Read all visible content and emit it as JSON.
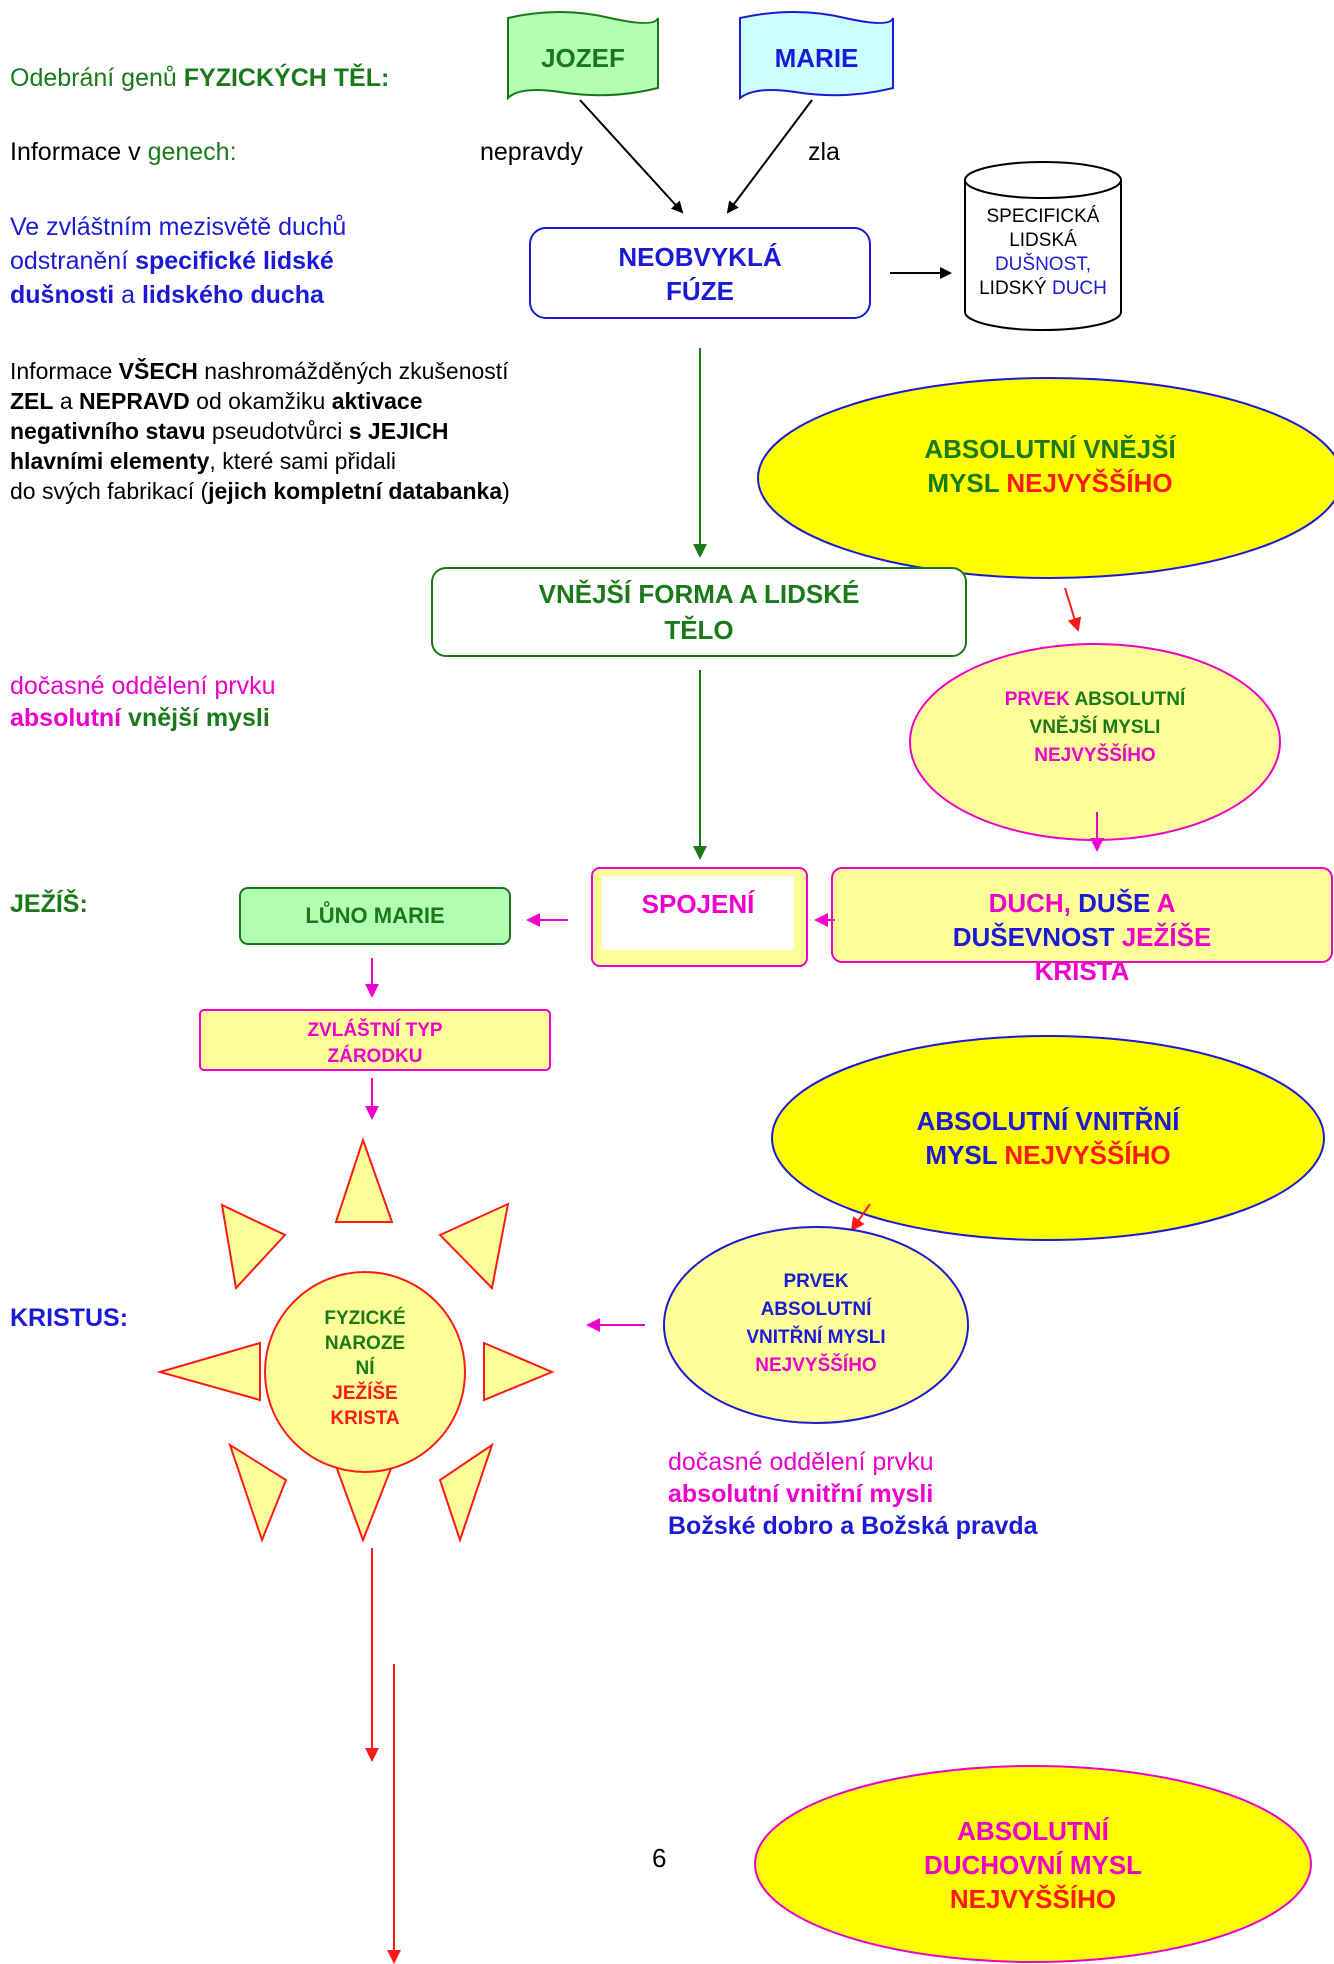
{
  "left_texts": {
    "fyz_prefix": "Odebrání genů ",
    "fyz_bold": "FYZICKÝCH TĚL:",
    "info_prefix": "Informace v ",
    "info_genech": "genech:",
    "nepravdy": "nepravdy",
    "zla": "zla",
    "mezisvet_1": "Ve zvláštním mezisvětě duchů",
    "mezisvet_2a": "odstranění ",
    "mezisvet_2b": "specifické lidské",
    "mezisvet_3a": "dušnosti",
    "mezisvet_3b": " a ",
    "mezisvet_3c": "lidského ducha",
    "db_1a": "Informace ",
    "db_1b": "VŠECH",
    "db_1c": " nashromážděných zkušeností",
    "db_2a": "ZEL",
    "db_2b": " a ",
    "db_2c": "NEPRAVD",
    "db_2d": " od okamžiku ",
    "db_2e": "aktivace",
    "db_3a": "negativního stavu",
    "db_3b": " pseudotvůrci ",
    "db_3c": "s JEJICH",
    "db_4a": "hlavními elementy",
    "db_4b": ", které sami přidali",
    "db_5a": "do svých fabrikací (",
    "db_5b": "jejich kompletní databanka",
    "db_5c": ")",
    "docasne1_1": "dočasné oddělení prvku",
    "docasne1_2a": "absolutní",
    "docasne1_2b": " vnější mysli",
    "jezis": "JEŽÍŠ:",
    "kristus": "KRISTUS:",
    "docasne2_1": "dočasné oddělení prvku",
    "docasne2_2": "absolutní vnitřní mysli",
    "docasne2_3": "Božské dobro a Božská pravda",
    "page_number": "6"
  },
  "nodes": {
    "jozef": "JOZEF",
    "marie": "MARIE",
    "fuze_1": "NEOBVYKLÁ",
    "fuze_2": "FÚZE",
    "cyl_1": "SPECIFICKÁ",
    "cyl_2a": "LIDSKÁ ",
    "cyl_2b": "DUŠNOST,",
    "cyl_3a": "LIDSKÝ ",
    "cyl_3b": "DUCH",
    "avm_1": "ABSOLUTNÍ VNĚJŠÍ",
    "avm_2a": "MYSL ",
    "avm_2b": "NEJVYŠŠÍHO",
    "forma_1": "VNĚJŠÍ FORMA A LIDSKÉ",
    "forma_2": "TĚLO",
    "pavm_1a": "PRVEK ",
    "pavm_1b": "ABSOLUTNÍ",
    "pavm_2": "VNĚJŠÍ MYSLI",
    "pavm_3": "NEJVYŠŠÍHO",
    "luno": "LŮNO MARIE",
    "spojeni": "SPOJENÍ",
    "duch_1a": "DUCH, ",
    "duch_1b": "DUŠE ",
    "duch_1c": "A",
    "duch_2a": "DUŠEVNOST ",
    "duch_2b": "JEŽÍŠE",
    "duch_3": "KRISTA",
    "zarodek_1": "ZVLÁŠTNÍ TYP",
    "zarodek_2": "ZÁRODKU",
    "avnm_1": "ABSOLUTNÍ VNITŘNÍ",
    "avnm_2a": "MYSL ",
    "avnm_2b": "NEJVYŠŠÍHO",
    "pavnm_1": "PRVEK",
    "pavnm_2": "ABSOLUTNÍ",
    "pavnm_3": "VNITŘNÍ MYSLI",
    "pavnm_4": "NEJVYŠŠÍHO",
    "sun_1": "FYZICKÉ",
    "sun_2": "NAROZE",
    "sun_3": "NÍ",
    "sun_4": "JEŽÍŠE",
    "sun_5": "KRISTA",
    "adm_1": "ABSOLUTNÍ",
    "adm_2": "DUCHOVNÍ MYSL",
    "adm_3": "NEJVYŠŠÍHO"
  },
  "colors": {
    "green": "#1a7a1a",
    "blue": "#1b1bd6",
    "magenta": "#ee00cc",
    "red": "#ff1a1a",
    "yellow": "#ffff00",
    "light_yellow": "#ffff99",
    "light_green": "#b3ffb3",
    "light_cyan": "#ccffff"
  }
}
